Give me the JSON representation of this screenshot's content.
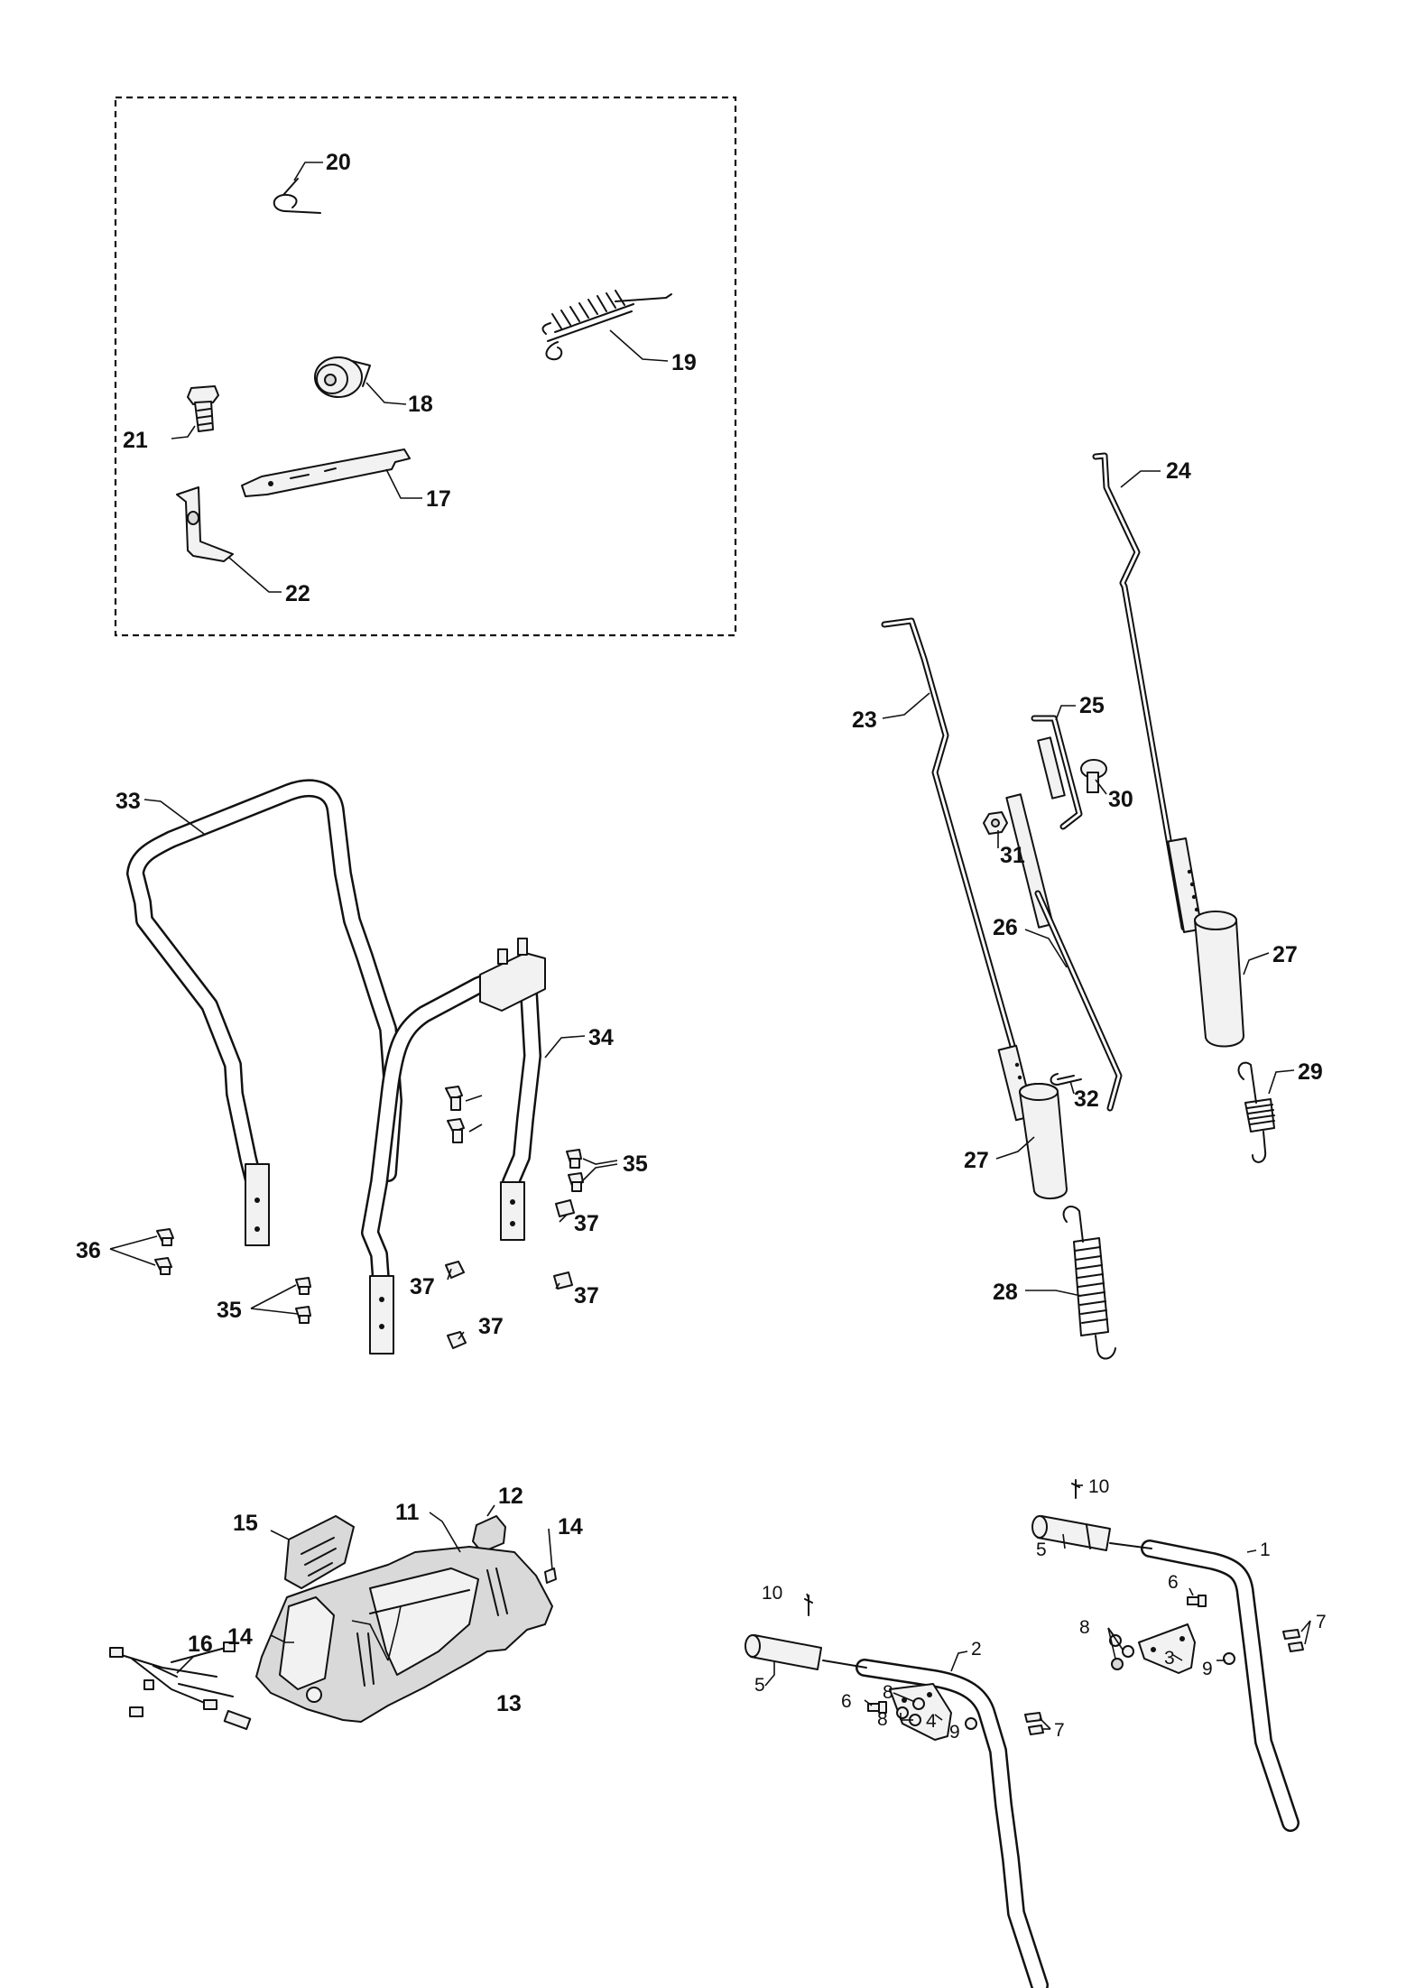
{
  "diagram": {
    "callouts": [
      {
        "id": "c1",
        "label": "1"
      },
      {
        "id": "c2",
        "label": "2"
      },
      {
        "id": "c3",
        "label": "3"
      },
      {
        "id": "c4",
        "label": "4"
      },
      {
        "id": "c5a",
        "label": "5"
      },
      {
        "id": "c5b",
        "label": "5"
      },
      {
        "id": "c6a",
        "label": "6"
      },
      {
        "id": "c6b",
        "label": "6"
      },
      {
        "id": "c7a",
        "label": "7"
      },
      {
        "id": "c7b",
        "label": "7"
      },
      {
        "id": "c8a",
        "label": "8"
      },
      {
        "id": "c8b",
        "label": "8"
      },
      {
        "id": "c8c",
        "label": "8"
      },
      {
        "id": "c9a",
        "label": "9"
      },
      {
        "id": "c9b",
        "label": "9"
      },
      {
        "id": "c10a",
        "label": "10"
      },
      {
        "id": "c10b",
        "label": "10"
      },
      {
        "id": "c11",
        "label": "11"
      },
      {
        "id": "c12",
        "label": "12"
      },
      {
        "id": "c13",
        "label": "13"
      },
      {
        "id": "c14a",
        "label": "14"
      },
      {
        "id": "c14b",
        "label": "14"
      },
      {
        "id": "c15",
        "label": "15"
      },
      {
        "id": "c16",
        "label": "16"
      },
      {
        "id": "c17",
        "label": "17"
      },
      {
        "id": "c18",
        "label": "18"
      },
      {
        "id": "c19",
        "label": "19"
      },
      {
        "id": "c20",
        "label": "20"
      },
      {
        "id": "c21",
        "label": "21"
      },
      {
        "id": "c22",
        "label": "22"
      },
      {
        "id": "c23",
        "label": "23"
      },
      {
        "id": "c24",
        "label": "24"
      },
      {
        "id": "c25",
        "label": "25"
      },
      {
        "id": "c26",
        "label": "26"
      },
      {
        "id": "c27a",
        "label": "27"
      },
      {
        "id": "c27b",
        "label": "27"
      },
      {
        "id": "c28",
        "label": "28"
      },
      {
        "id": "c29",
        "label": "29"
      },
      {
        "id": "c30",
        "label": "30"
      },
      {
        "id": "c31",
        "label": "31"
      },
      {
        "id": "c32",
        "label": "32"
      },
      {
        "id": "c33",
        "label": "33"
      },
      {
        "id": "c34",
        "label": "34"
      },
      {
        "id": "c35a",
        "label": "35"
      },
      {
        "id": "c35b",
        "label": "35"
      },
      {
        "id": "c36",
        "label": "36"
      },
      {
        "id": "c37a",
        "label": "37"
      },
      {
        "id": "c37b",
        "label": "37"
      },
      {
        "id": "c37c",
        "label": "37"
      },
      {
        "id": "c37d",
        "label": "37"
      }
    ]
  }
}
